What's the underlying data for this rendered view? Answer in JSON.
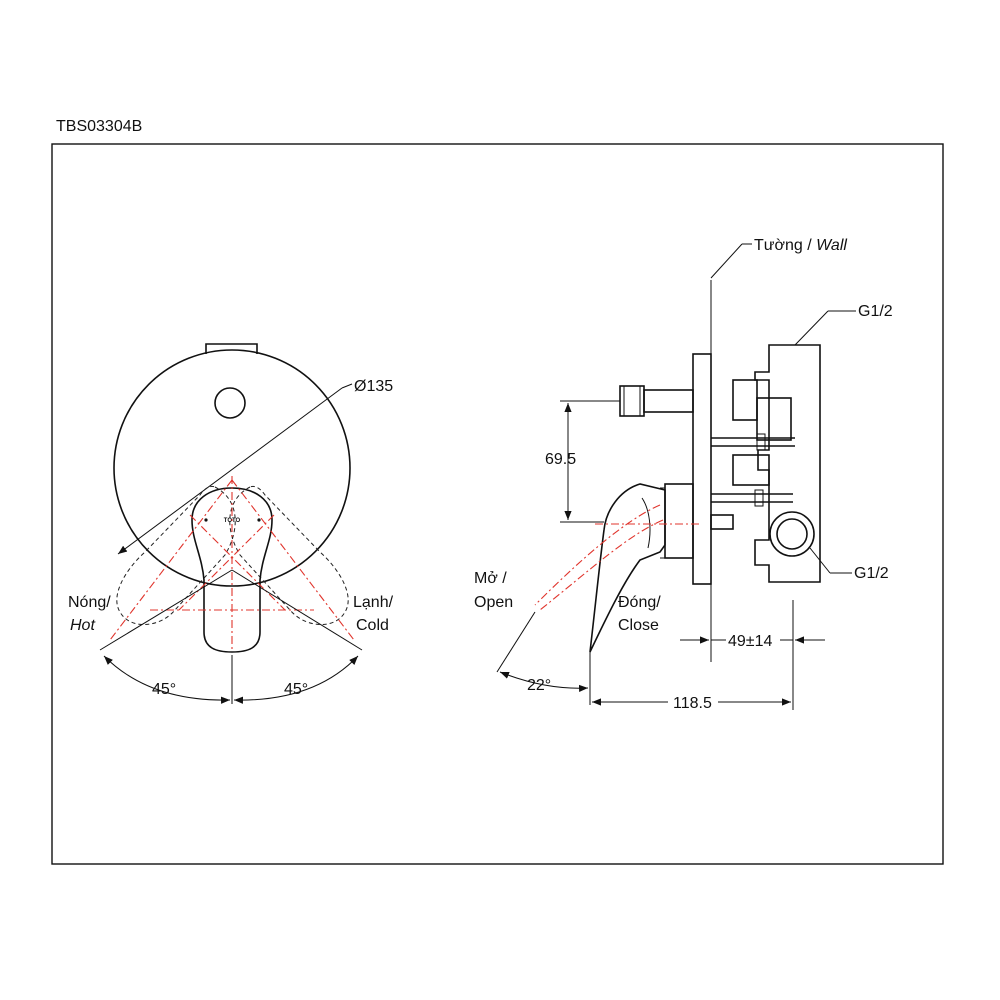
{
  "model_code": "TBS03304B",
  "colors": {
    "ink": "#111111",
    "centerline": "#e0342c"
  },
  "front_view": {
    "diameter_label": "Ø135",
    "hot_label": "Nóng/",
    "hot_label_en": "Hot",
    "cold_label": "Lạnh/",
    "cold_label_en": "Cold",
    "angle_left": "45°",
    "angle_right": "45°",
    "logo_text": "TOTO"
  },
  "side_view": {
    "wall_label": "Tường / ",
    "wall_label_en": "Wall",
    "thread_top": "G1/2",
    "thread_bottom": "G1/2",
    "height_dim": "69.5",
    "open_label": "Mở /",
    "open_label_en": "Open",
    "close_label": "Đóng/",
    "close_label_en": "Close",
    "depth_dim": "49±14",
    "angle_open": "22°",
    "length_dim": "118.5"
  }
}
